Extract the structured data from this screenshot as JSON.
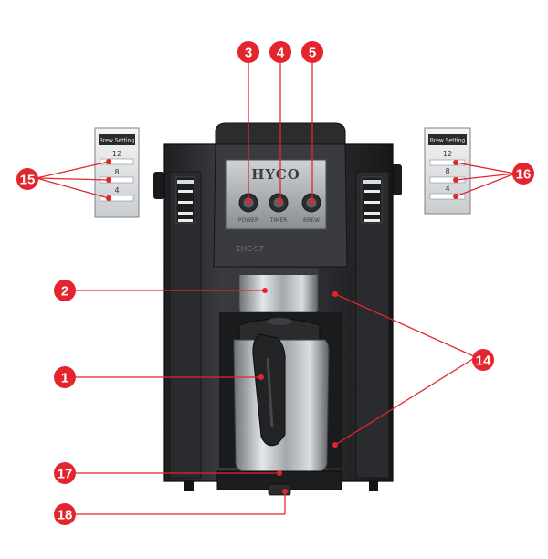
{
  "brand": "HYCO",
  "model": "EHC-57",
  "side_panel": {
    "header_left": "Brew Setting",
    "header_right": "Brew Setting",
    "levels": [
      "12",
      "8",
      "4"
    ]
  },
  "buttons": [
    "POWER",
    "TIMER",
    "BREW"
  ],
  "callouts": [
    "1",
    "2",
    "3",
    "4",
    "5",
    "14",
    "15",
    "16",
    "17",
    "18"
  ],
  "colors": {
    "callout": "#e4252d",
    "body": "#2f3032",
    "steel": "#b8bcbf"
  }
}
